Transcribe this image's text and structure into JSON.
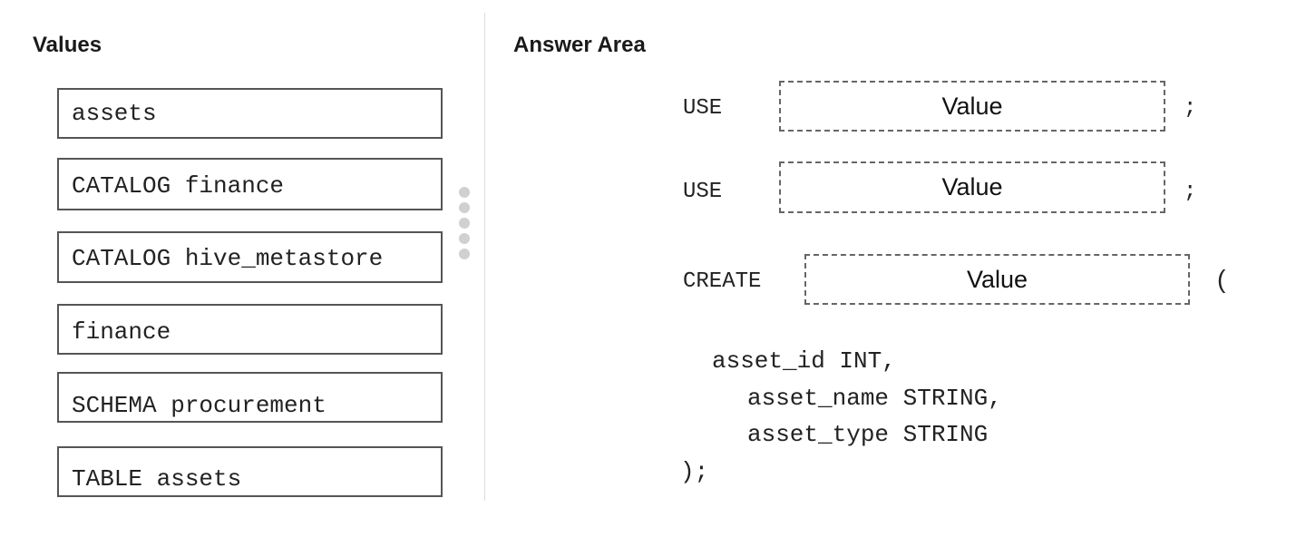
{
  "values_panel": {
    "title": "Values",
    "items": [
      "assets",
      "CATALOG finance",
      "CATALOG hive_metastore",
      "finance",
      "SCHEMA procurement",
      "TABLE assets"
    ]
  },
  "answer_area": {
    "title": "Answer Area",
    "lines": [
      {
        "keyword": "USE",
        "slot": "Value",
        "punct": ";"
      },
      {
        "keyword": "USE",
        "slot": "Value",
        "punct": ";"
      },
      {
        "keyword": "CREATE",
        "slot": "Value",
        "punct": "("
      }
    ],
    "body": [
      "asset_id INT,",
      "asset_name STRING,",
      "asset_type STRING"
    ],
    "closing": ");"
  }
}
